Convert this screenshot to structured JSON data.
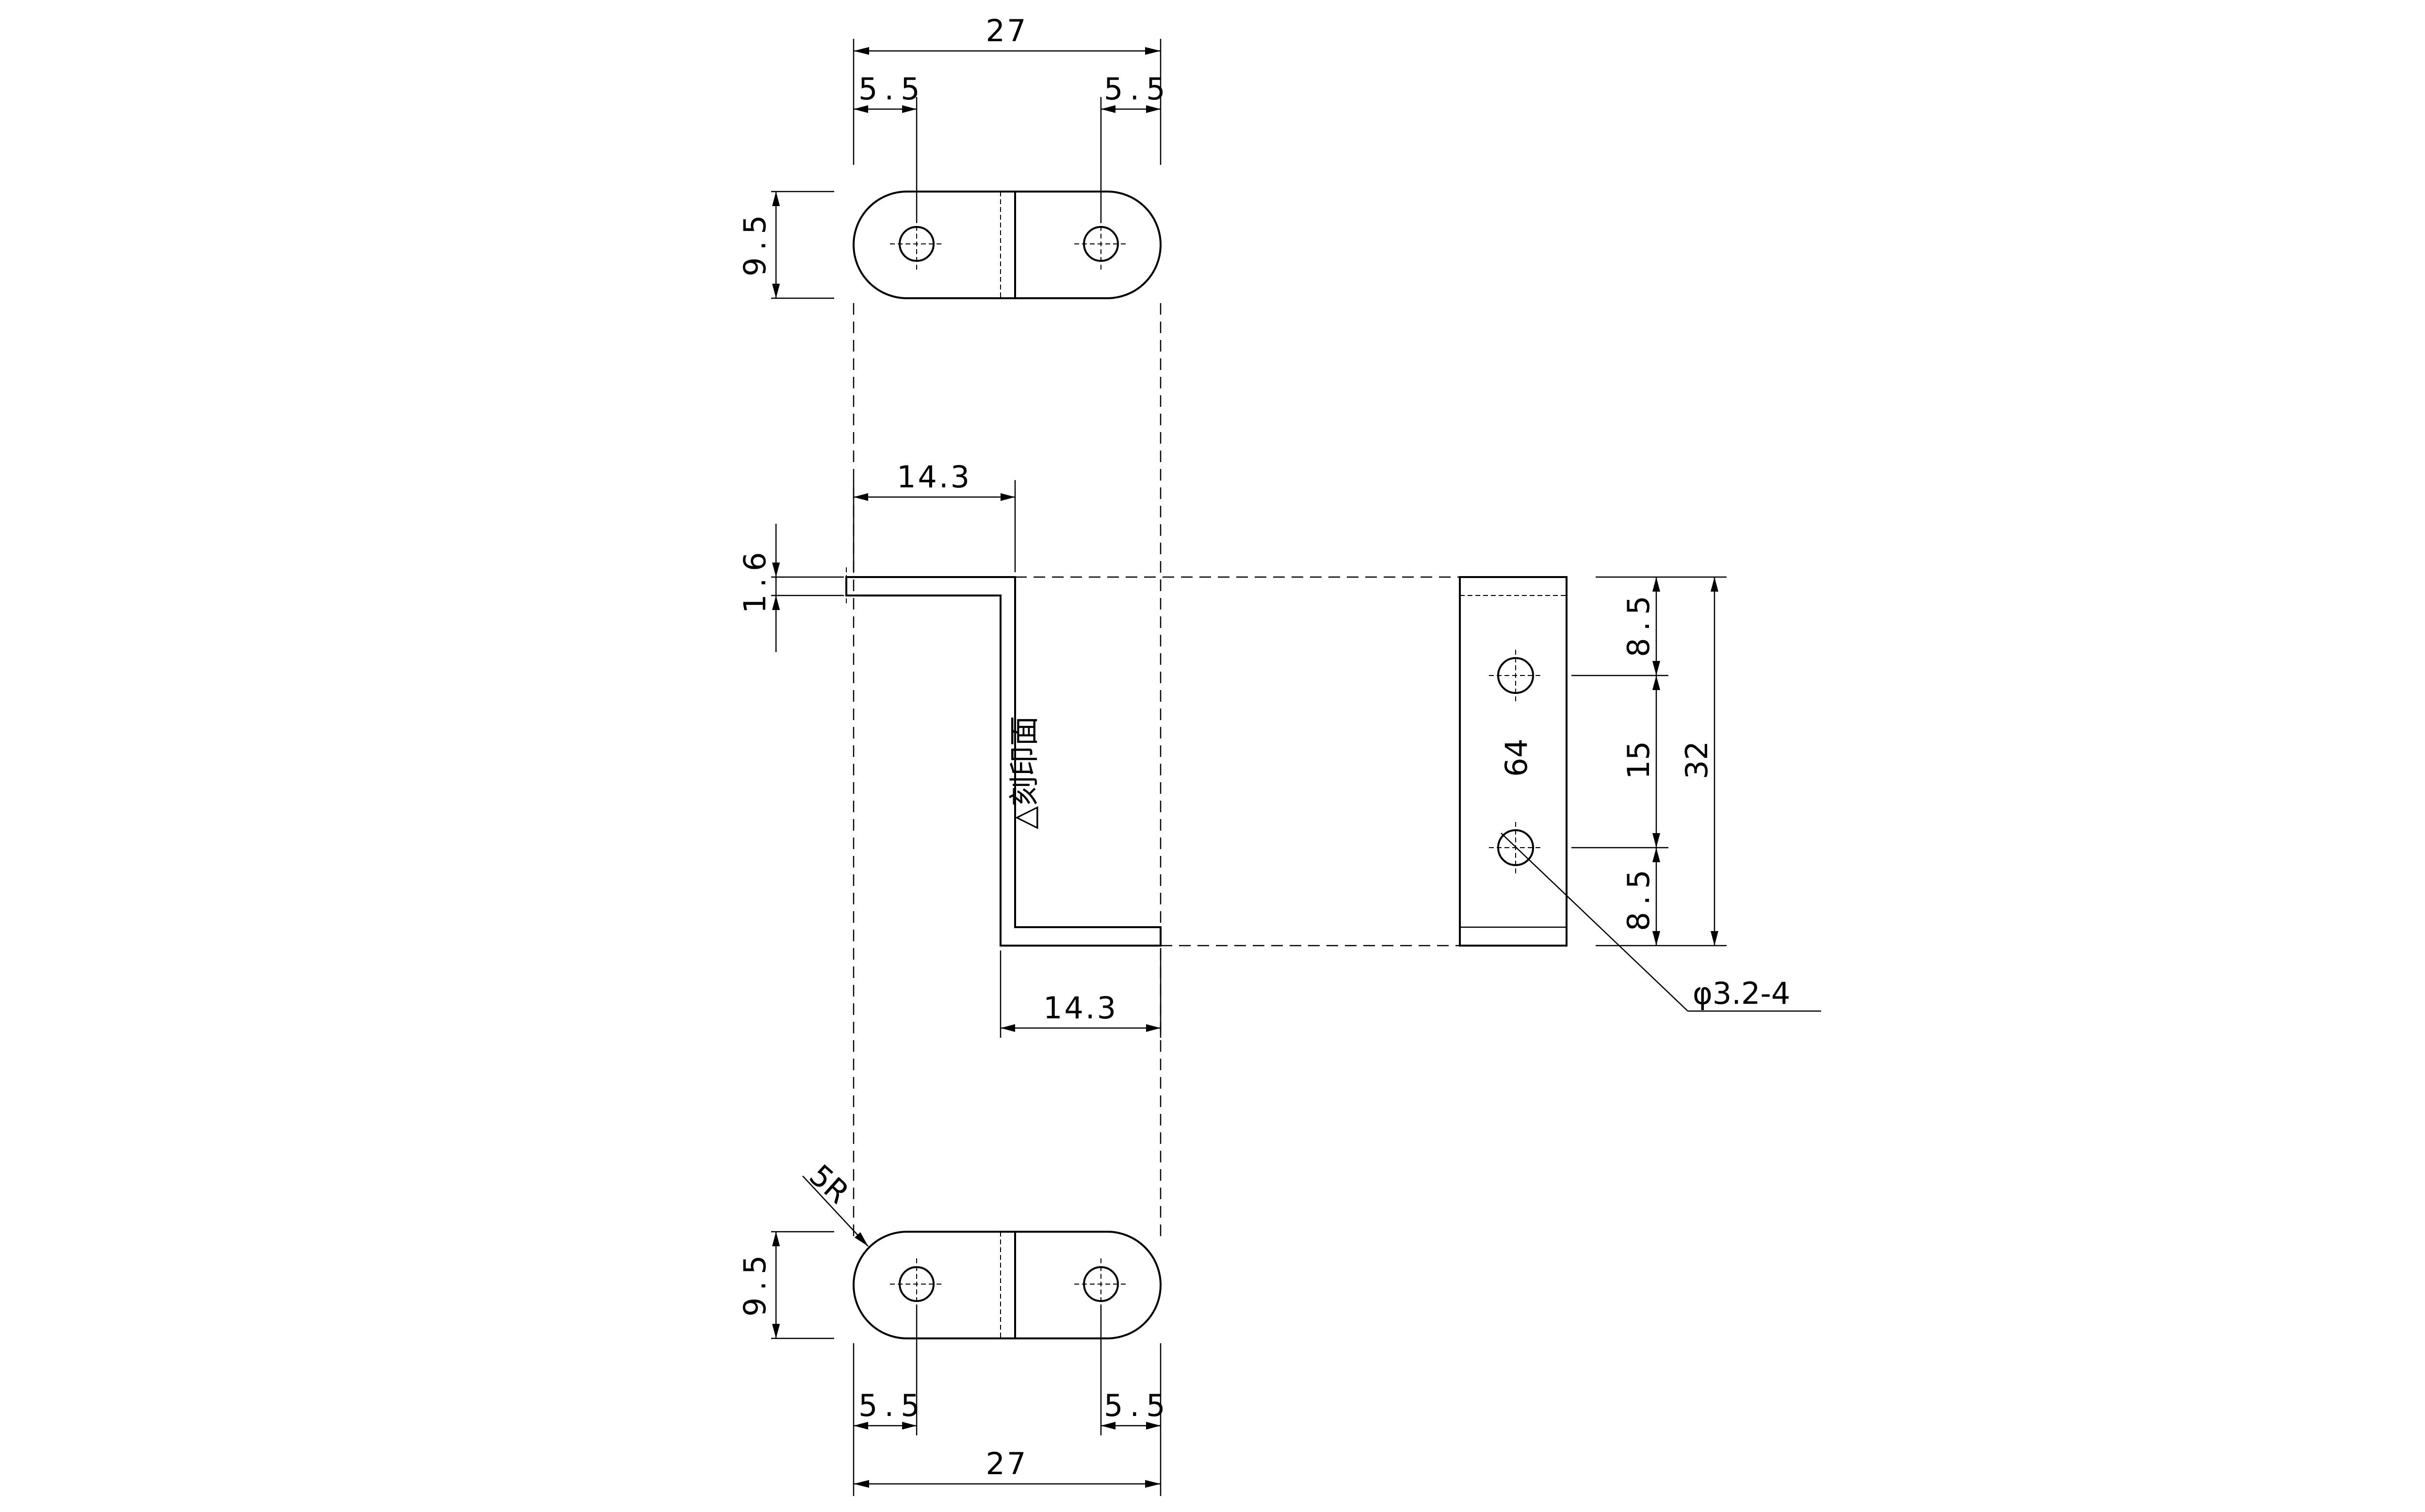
{
  "drawing": {
    "dimensions": {
      "top_width": "27",
      "top_left_offset": "5.5",
      "top_right_offset": "5.5",
      "top_height": "9.5",
      "side_top_flange": "14.3",
      "thickness": "1.6",
      "side_bottom_flange": "14.3",
      "front_height": "64",
      "front_top_pitch": "8.5",
      "front_mid_pitch": "15",
      "front_bottom_pitch": "8.5",
      "front_width": "32",
      "bottom_radius": "5R",
      "bottom_height": "9.5",
      "bottom_left_offset": "5.5",
      "bottom_right_offset": "5.5",
      "bottom_width": "27"
    },
    "notes": {
      "stamp_face": "△刻印面",
      "hole_callout": "φ3.2-4"
    }
  }
}
